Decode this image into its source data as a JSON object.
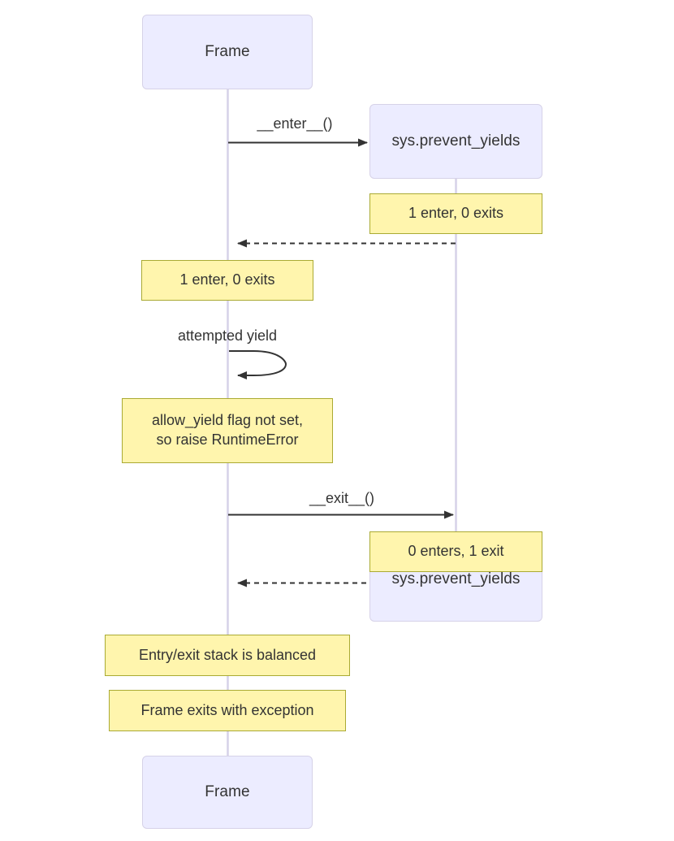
{
  "diagram": {
    "type": "sequence-diagram",
    "background": "#ffffff",
    "colors": {
      "actor_fill": "#ececff",
      "actor_border": "#d6d2e8",
      "note_fill": "#fff5ad",
      "note_border": "#aaaa33",
      "lifeline": "#d6d2e8",
      "arrow": "#333333",
      "text": "#333333"
    }
  },
  "participants": {
    "left": {
      "name": "Frame",
      "top_label": "Frame",
      "bottom_label": "Frame"
    },
    "right": {
      "name": "sys.prevent_yields",
      "top_label": "sys.prevent_yields",
      "bottom_label": "sys.prevent_yields"
    }
  },
  "messages": [
    {
      "id": "enter",
      "label": "__enter__()",
      "from": "Frame",
      "to": "sys.prevent_yields",
      "style": "solid"
    },
    {
      "id": "return-enter",
      "label": "",
      "from": "sys.prevent_yields",
      "to": "Frame",
      "style": "dashed"
    },
    {
      "id": "self-yield",
      "label": "attempted yield",
      "from": "Frame",
      "to": "Frame",
      "style": "self-loop"
    },
    {
      "id": "exit",
      "label": "__exit__()",
      "from": "Frame",
      "to": "sys.prevent_yields",
      "style": "solid"
    },
    {
      "id": "return-exit",
      "label": "",
      "from": "sys.prevent_yields",
      "to": "Frame",
      "style": "dashed"
    }
  ],
  "notes": {
    "right_enter_count": "1 enter, 0 exits",
    "left_enter_count": "1 enter, 0 exits",
    "raise_error": "allow_yield flag not set,\nso raise RuntimeError",
    "right_exit_count": "0 enters, 1 exit",
    "stack_balanced": "Entry/exit stack is balanced",
    "frame_exits": "Frame exits with exception"
  }
}
